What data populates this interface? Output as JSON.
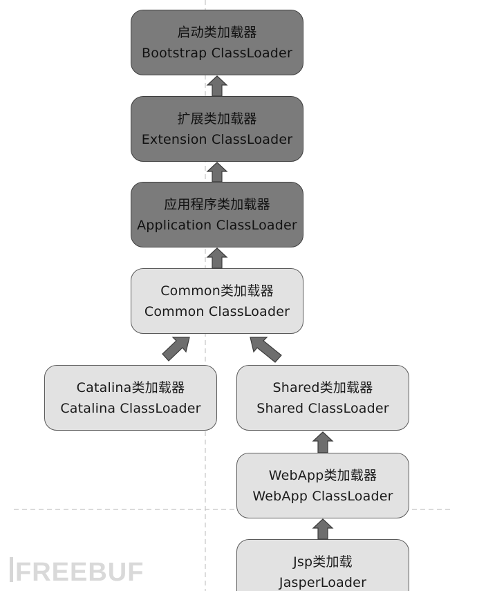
{
  "loaders": {
    "bootstrap": {
      "title": "启动类加载器",
      "subtitle": "Bootstrap ClassLoader"
    },
    "extension": {
      "title": "扩展类加载器",
      "subtitle": "Extension ClassLoader"
    },
    "application": {
      "title": "应用程序类加载器",
      "subtitle": "Application ClassLoader"
    },
    "common": {
      "title": "Common类加载器",
      "subtitle": "Common ClassLoader"
    },
    "catalina": {
      "title": "Catalina类加载器",
      "subtitle": "Catalina ClassLoader"
    },
    "shared": {
      "title": "Shared类加载器",
      "subtitle": "Shared ClassLoader"
    },
    "webapp": {
      "title": "WebApp类加载器",
      "subtitle": "WebApp ClassLoader"
    },
    "jsp": {
      "title": "Jsp类加载",
      "subtitle": "JasperLoader"
    }
  },
  "watermark": {
    "text": "FREEBUF"
  },
  "colors": {
    "dark_box": "#7b7b7b",
    "light_box": "#e2e2e2",
    "arrow": "#6e6e6e",
    "divider": "#bdbdbd"
  }
}
